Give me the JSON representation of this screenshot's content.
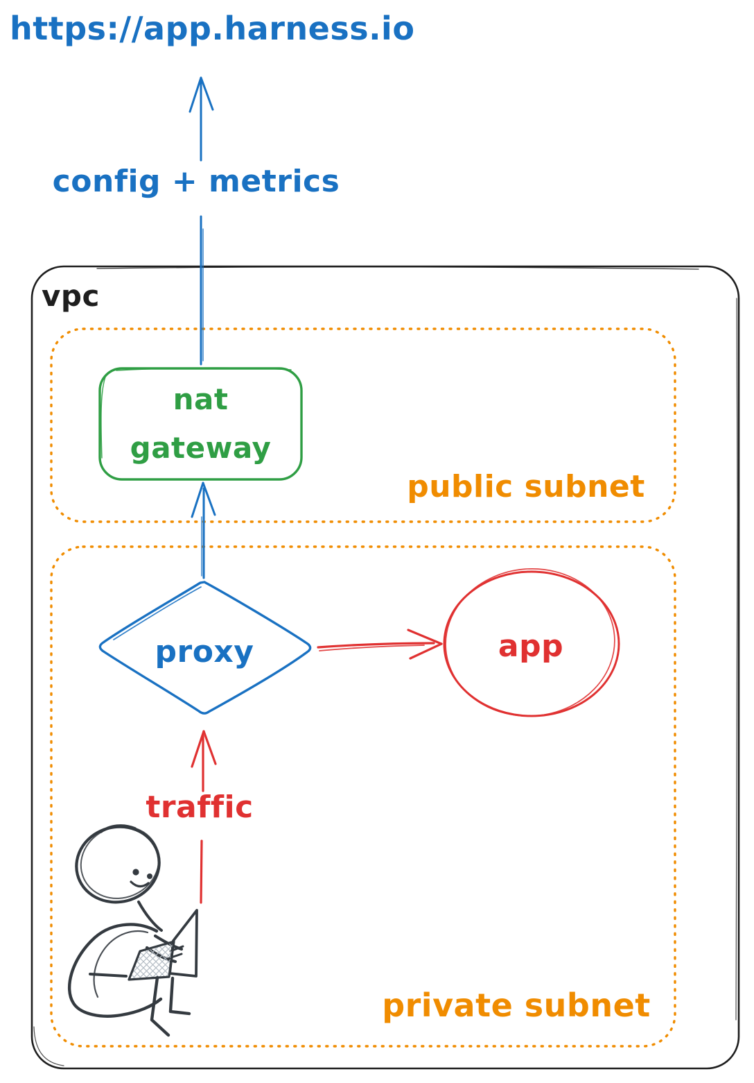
{
  "external": {
    "url": "https://app.harness.io"
  },
  "labels": {
    "config_metrics": "config + metrics",
    "vpc": "vpc",
    "public_subnet": "public subnet",
    "private_subnet": "private subnet",
    "traffic": "traffic"
  },
  "nodes": {
    "nat_gateway": {
      "line1": "nat",
      "line2": "gateway",
      "shape": "rounded-rectangle",
      "color": "#2f9e44"
    },
    "proxy": {
      "label": "proxy",
      "shape": "diamond",
      "color": "#1971c2"
    },
    "app": {
      "label": "app",
      "shape": "circle",
      "color": "#e03131"
    },
    "user": {
      "kind": "person-with-laptop-doodle",
      "color": "#343a40"
    }
  },
  "containers": [
    {
      "label": "vpc",
      "style": "solid",
      "children": [
        "public subnet",
        "private subnet"
      ]
    },
    {
      "label": "public subnet",
      "style": "dotted",
      "children": [
        "nat gateway"
      ]
    },
    {
      "label": "private subnet",
      "style": "dotted",
      "children": [
        "proxy",
        "app",
        "user"
      ]
    }
  ],
  "edges": [
    {
      "from": "nat gateway",
      "to": "https://app.harness.io",
      "label": "config + metrics",
      "color": "#1971c2",
      "direction": "up"
    },
    {
      "from": "proxy",
      "to": "nat gateway",
      "label": "",
      "color": "#1971c2",
      "direction": "up"
    },
    {
      "from": "proxy",
      "to": "app",
      "label": "",
      "color": "#e03131",
      "direction": "right"
    },
    {
      "from": "user",
      "to": "proxy",
      "label": "traffic",
      "color": "#e03131",
      "direction": "up"
    }
  ],
  "colors": {
    "blue": "#1971c2",
    "green": "#2f9e44",
    "orange": "#f08c00",
    "red": "#e03131",
    "ink": "#1e1e1e",
    "figure": "#343a40",
    "background": "#ffffff"
  }
}
